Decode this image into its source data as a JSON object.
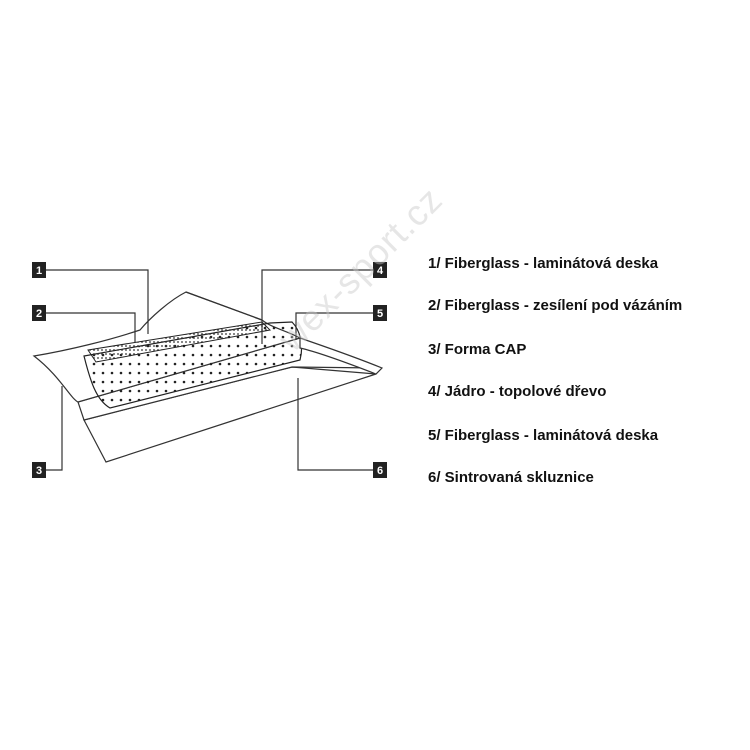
{
  "watermark": "wex-sport.cz",
  "callouts": [
    "1",
    "2",
    "3",
    "4",
    "5",
    "6"
  ],
  "legend": [
    "1/ Fiberglass - laminátová deska",
    "2/ Fiberglass - zesílení pod vázáním",
    "3/ Forma CAP",
    "4/ Jádro - topolové dřevo",
    "5/ Fiberglass - laminátová deska",
    "6/ Sintrovaná skluznice"
  ]
}
